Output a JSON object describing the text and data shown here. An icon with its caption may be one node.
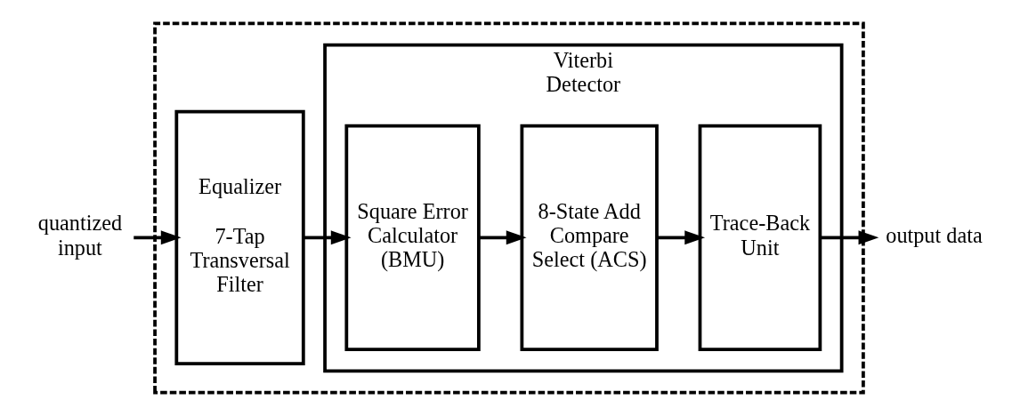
{
  "diagram": {
    "nodes": [
      {
        "text": [],
        "shape": "box"
      },
      {
        "text": [
          "Equalizer",
          "7-Tap Transversal Filter"
        ],
        "in": 0
      },
      {
        "text": [
          "Viterbi Detector"
        ],
        "in": 0
      },
      {
        "text": [
          "Square Error Calculator (BMU)"
        ],
        "in": 2
      },
      {
        "text": [
          "8-State Add Compare Select (ACS)"
        ],
        "in": 2
      },
      {
        "text": [
          "Trace-Back Unit"
        ],
        "in": 2
      },
      {
        "text": [
          "quantized input"
        ]
      },
      {
        "text": [
          "output data"
        ]
      }
    ],
    "edges": [
      {
        "from": 6,
        "to": 1,
        "arrow": "to"
      },
      {
        "from": 1,
        "to": 3,
        "arrow": "to"
      },
      {
        "from": 3,
        "to": 4,
        "arrow": "to"
      },
      {
        "from": 4,
        "to": 5,
        "arrow": "to"
      },
      {
        "from": 5,
        "to": 7,
        "arrow": "to"
      }
    ]
  }
}
